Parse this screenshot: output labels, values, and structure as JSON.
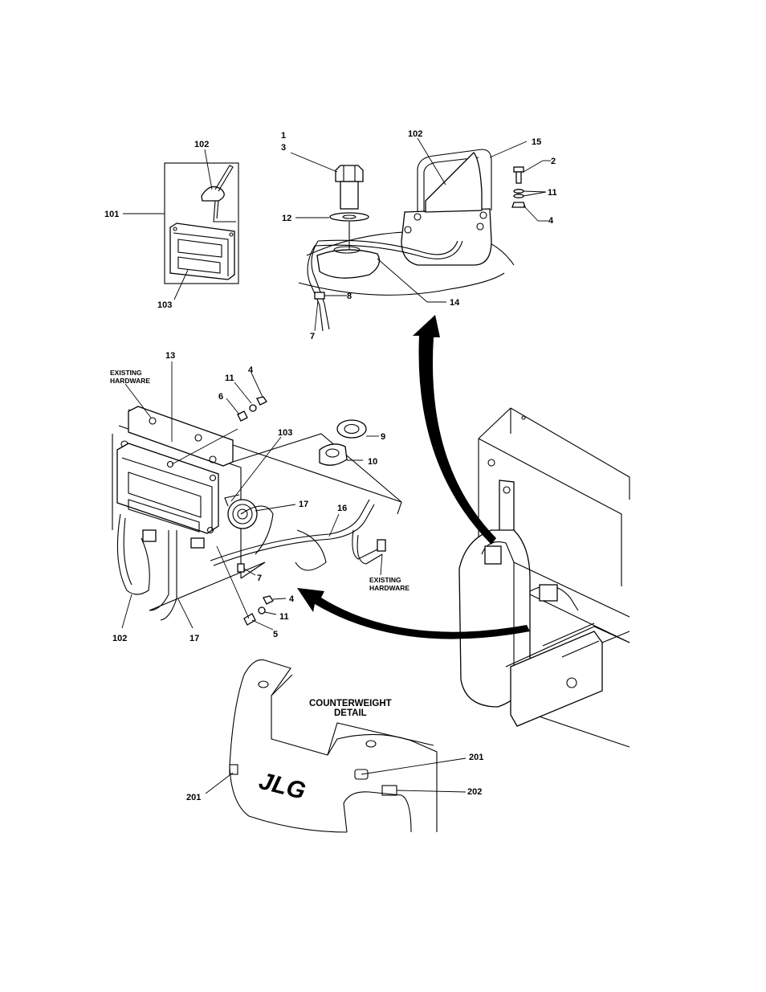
{
  "callouts": {
    "topleft": {
      "c102": "102",
      "c101": "101",
      "c103": "103"
    },
    "topright": {
      "c1": "1",
      "c3": "3",
      "c102": "102",
      "c15": "15",
      "c2": "2",
      "c11": "11",
      "c12": "12",
      "c4": "4",
      "c8": "8",
      "c14": "14",
      "c7": "7"
    },
    "middle": {
      "c13": "13",
      "c4a": "4",
      "c11a": "11",
      "c6": "6",
      "c103": "103",
      "c9": "9",
      "c10": "10",
      "c17a": "17",
      "c16": "16",
      "c7": "7",
      "c4b": "4",
      "c11b": "11",
      "c5": "5",
      "c102": "102",
      "c17b": "17"
    },
    "counterweight": {
      "c201a": "201",
      "c201b": "201",
      "c202": "202"
    }
  },
  "notes": {
    "existing_hardware_1_line1": "EXISTING",
    "existing_hardware_1_line2": "HARDWARE",
    "existing_hardware_2_line1": "EXISTING",
    "existing_hardware_2_line2": "HARDWARE"
  },
  "counterweight_title": {
    "line1": "COUNTERWEIGHT",
    "line2": "DETAIL"
  },
  "brand_logo": "JLG",
  "colors": {
    "ink": "#000000",
    "paper": "#ffffff"
  }
}
